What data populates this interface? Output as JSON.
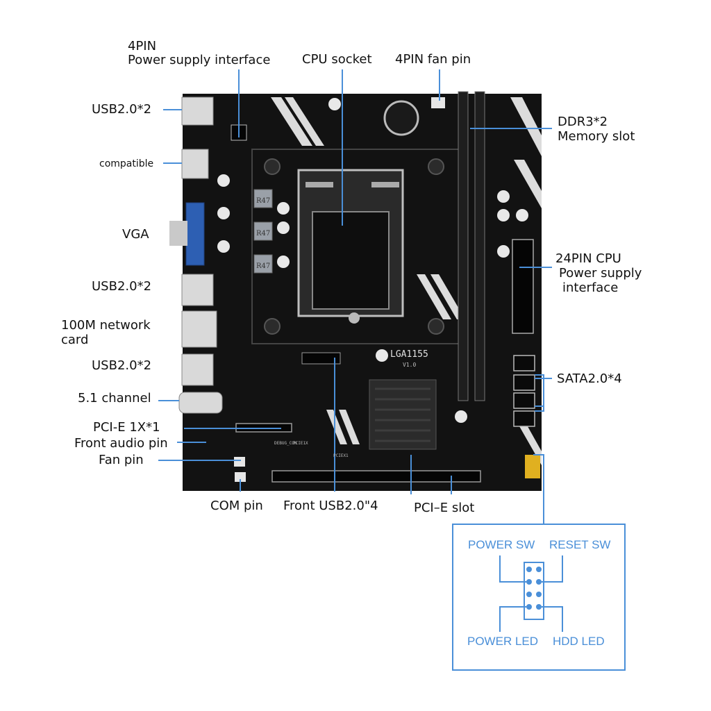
{
  "labels": {
    "pin4_line1": "4PIN",
    "pin4_line2": "Power supply interface",
    "cpu_socket": "CPU socket",
    "fan_pin_4": "4PIN fan pin",
    "usb_top": "USB2.0*2",
    "compatible": "compatible",
    "vga": "VGA",
    "usb_mid": "USB2.0*2",
    "network_line1": "100M network",
    "network_line2": "card",
    "usb_low": "USB2.0*2",
    "audio51": "5.1 channel",
    "pcie1x": "PCI-E 1X*1",
    "front_audio": "Front audio pin",
    "fan_pin": "Fan pin",
    "com_pin": "COM pin",
    "front_usb": "Front USB2.0\"4",
    "pcie_slot": "PCI–E slot",
    "ddr_line1": "DDR3*2",
    "ddr_line2": "Memory slot",
    "atx_line1": "24PIN CPU",
    "atx_line2": "Power supply",
    "atx_line3": "interface",
    "sata": "SATA2.0*4"
  },
  "board_text": {
    "socket_name": "LGA1155",
    "socket_ver": "V1.0",
    "r47": "R47",
    "pcie_silk": "PCIE1X",
    "debug_silk": "DEBUG_CON",
    "pcie_silk2": "PCIEX1"
  },
  "panel": {
    "power_sw": "POWER SW",
    "reset_sw": "RESET SW",
    "power_led": "POWER LED",
    "hdd_led": "HDD  LED"
  },
  "colors": {
    "board": "#121212",
    "leader": "#4a8fd8",
    "panel_text": "#4a8fd8"
  }
}
